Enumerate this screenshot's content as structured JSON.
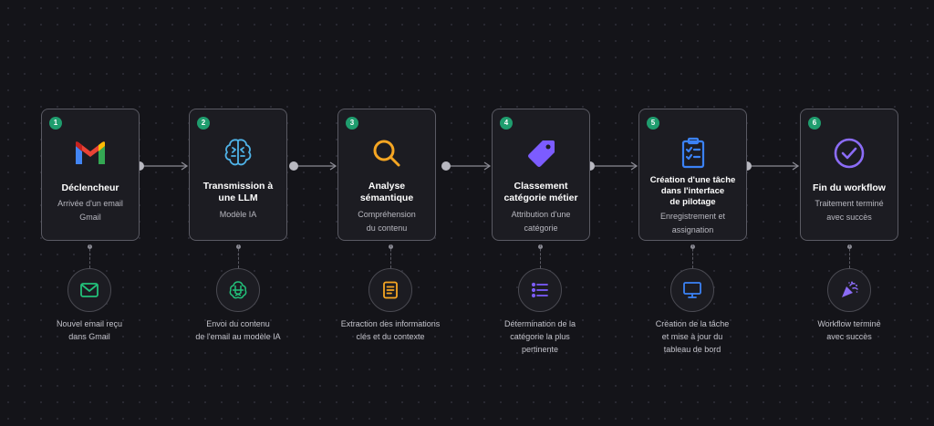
{
  "steps": [
    {
      "num": "1",
      "title": "Déclencheur",
      "desc": "Arrivée d'un email\nGmail",
      "icon": "gmail-icon",
      "sub_icon": "mail-icon",
      "sub_text": "Nouvel email reçu\ndans Gmail"
    },
    {
      "num": "2",
      "title": "Transmission à\nune LLM",
      "desc": "Modèle IA",
      "icon": "brain-icon",
      "sub_icon": "openai-icon",
      "sub_text": "Envoi du contenu\nde l'email au modèle IA"
    },
    {
      "num": "3",
      "title": "Analyse\nsémantique",
      "desc": "Compréhension\ndu contenu",
      "icon": "magnifier-icon",
      "sub_icon": "document-icon",
      "sub_text": "Extraction des informations\nclés et du contexte"
    },
    {
      "num": "4",
      "title": "Classement\ncatégorie métier",
      "desc": "Attribution d'une\ncatégorie",
      "icon": "tag-icon",
      "sub_icon": "list-icon",
      "sub_text": "Détermination de la\ncatégorie la plus\npertinente"
    },
    {
      "num": "5",
      "title": "Création d'une tâche\ndans l'interface\nde pilotage",
      "desc": "Enregistrement et\nassignation",
      "icon": "clipboard-icon",
      "sub_icon": "monitor-icon",
      "sub_text": "Création de la tâche\net mise à jour du\ntableau de bord"
    },
    {
      "num": "6",
      "title": "Fin du workflow",
      "desc": "Traitement terminé\navec succès",
      "icon": "check-circle-icon",
      "sub_icon": "party-popper-icon",
      "sub_text": "Workflow terminé\navec succès"
    }
  ],
  "colors": {
    "background": "#141419",
    "card": "#1c1c22",
    "card_border": "#5a5a63",
    "badge": "#1f9d6e",
    "gmail_red": "#ea4335",
    "gmail_blue": "#4285f4",
    "gmail_green": "#34a853",
    "gmail_yellow": "#fbbc04",
    "brain": "#4fb3e8",
    "magnifier": "#f5a623",
    "tag": "#7c5cff",
    "clipboard": "#3b82f6",
    "check": "#8b6cf6",
    "mail": "#22c17a",
    "document": "#f5a623",
    "list": "#7c5cff",
    "monitor": "#3b82f6"
  }
}
